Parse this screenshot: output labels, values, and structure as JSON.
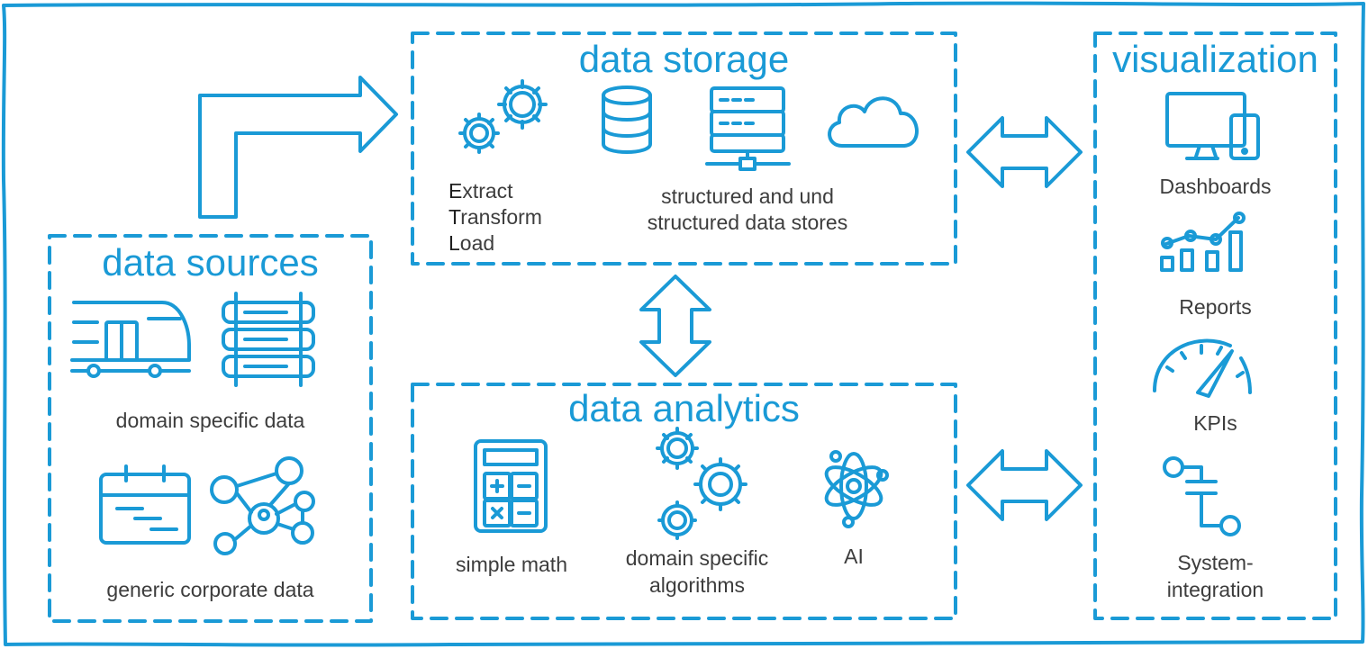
{
  "colors": {
    "accent": "#1a9ad6",
    "text": "#3d3d3d"
  },
  "data_sources": {
    "title": "data sources",
    "domain_label": "domain specific data",
    "corporate_label": "generic corporate data",
    "icons": [
      "train-icon",
      "rail-track-icon",
      "calendar-icon",
      "network-people-icon"
    ]
  },
  "data_storage": {
    "title": "data storage",
    "etl": [
      {
        "first": "E",
        "rest": "xtract"
      },
      {
        "first": "T",
        "rest": "ransform"
      },
      {
        "first": "L",
        "rest": "oad"
      }
    ],
    "stores_label_line1": "structured and und",
    "stores_label_line2": "structured data stores",
    "icons": [
      "gears-icon",
      "database-icon",
      "server-icon",
      "cloud-icon"
    ]
  },
  "data_analytics": {
    "title": "data analytics",
    "math_label": "simple math",
    "algo_label_line1": "domain specific",
    "algo_label_line2": "algorithms",
    "ai_label": "AI",
    "icons": [
      "calculator-icon",
      "gears-cluster-icon",
      "atom-icon"
    ]
  },
  "visualization": {
    "title": "visualization",
    "dashboards_label": "Dashboards",
    "reports_label": "Reports",
    "kpis_label": "KPIs",
    "sysint_label_line1": "System-",
    "sysint_label_line2": "integration",
    "icons": [
      "devices-icon",
      "growth-chart-icon",
      "gauge-icon",
      "connector-icon"
    ]
  }
}
